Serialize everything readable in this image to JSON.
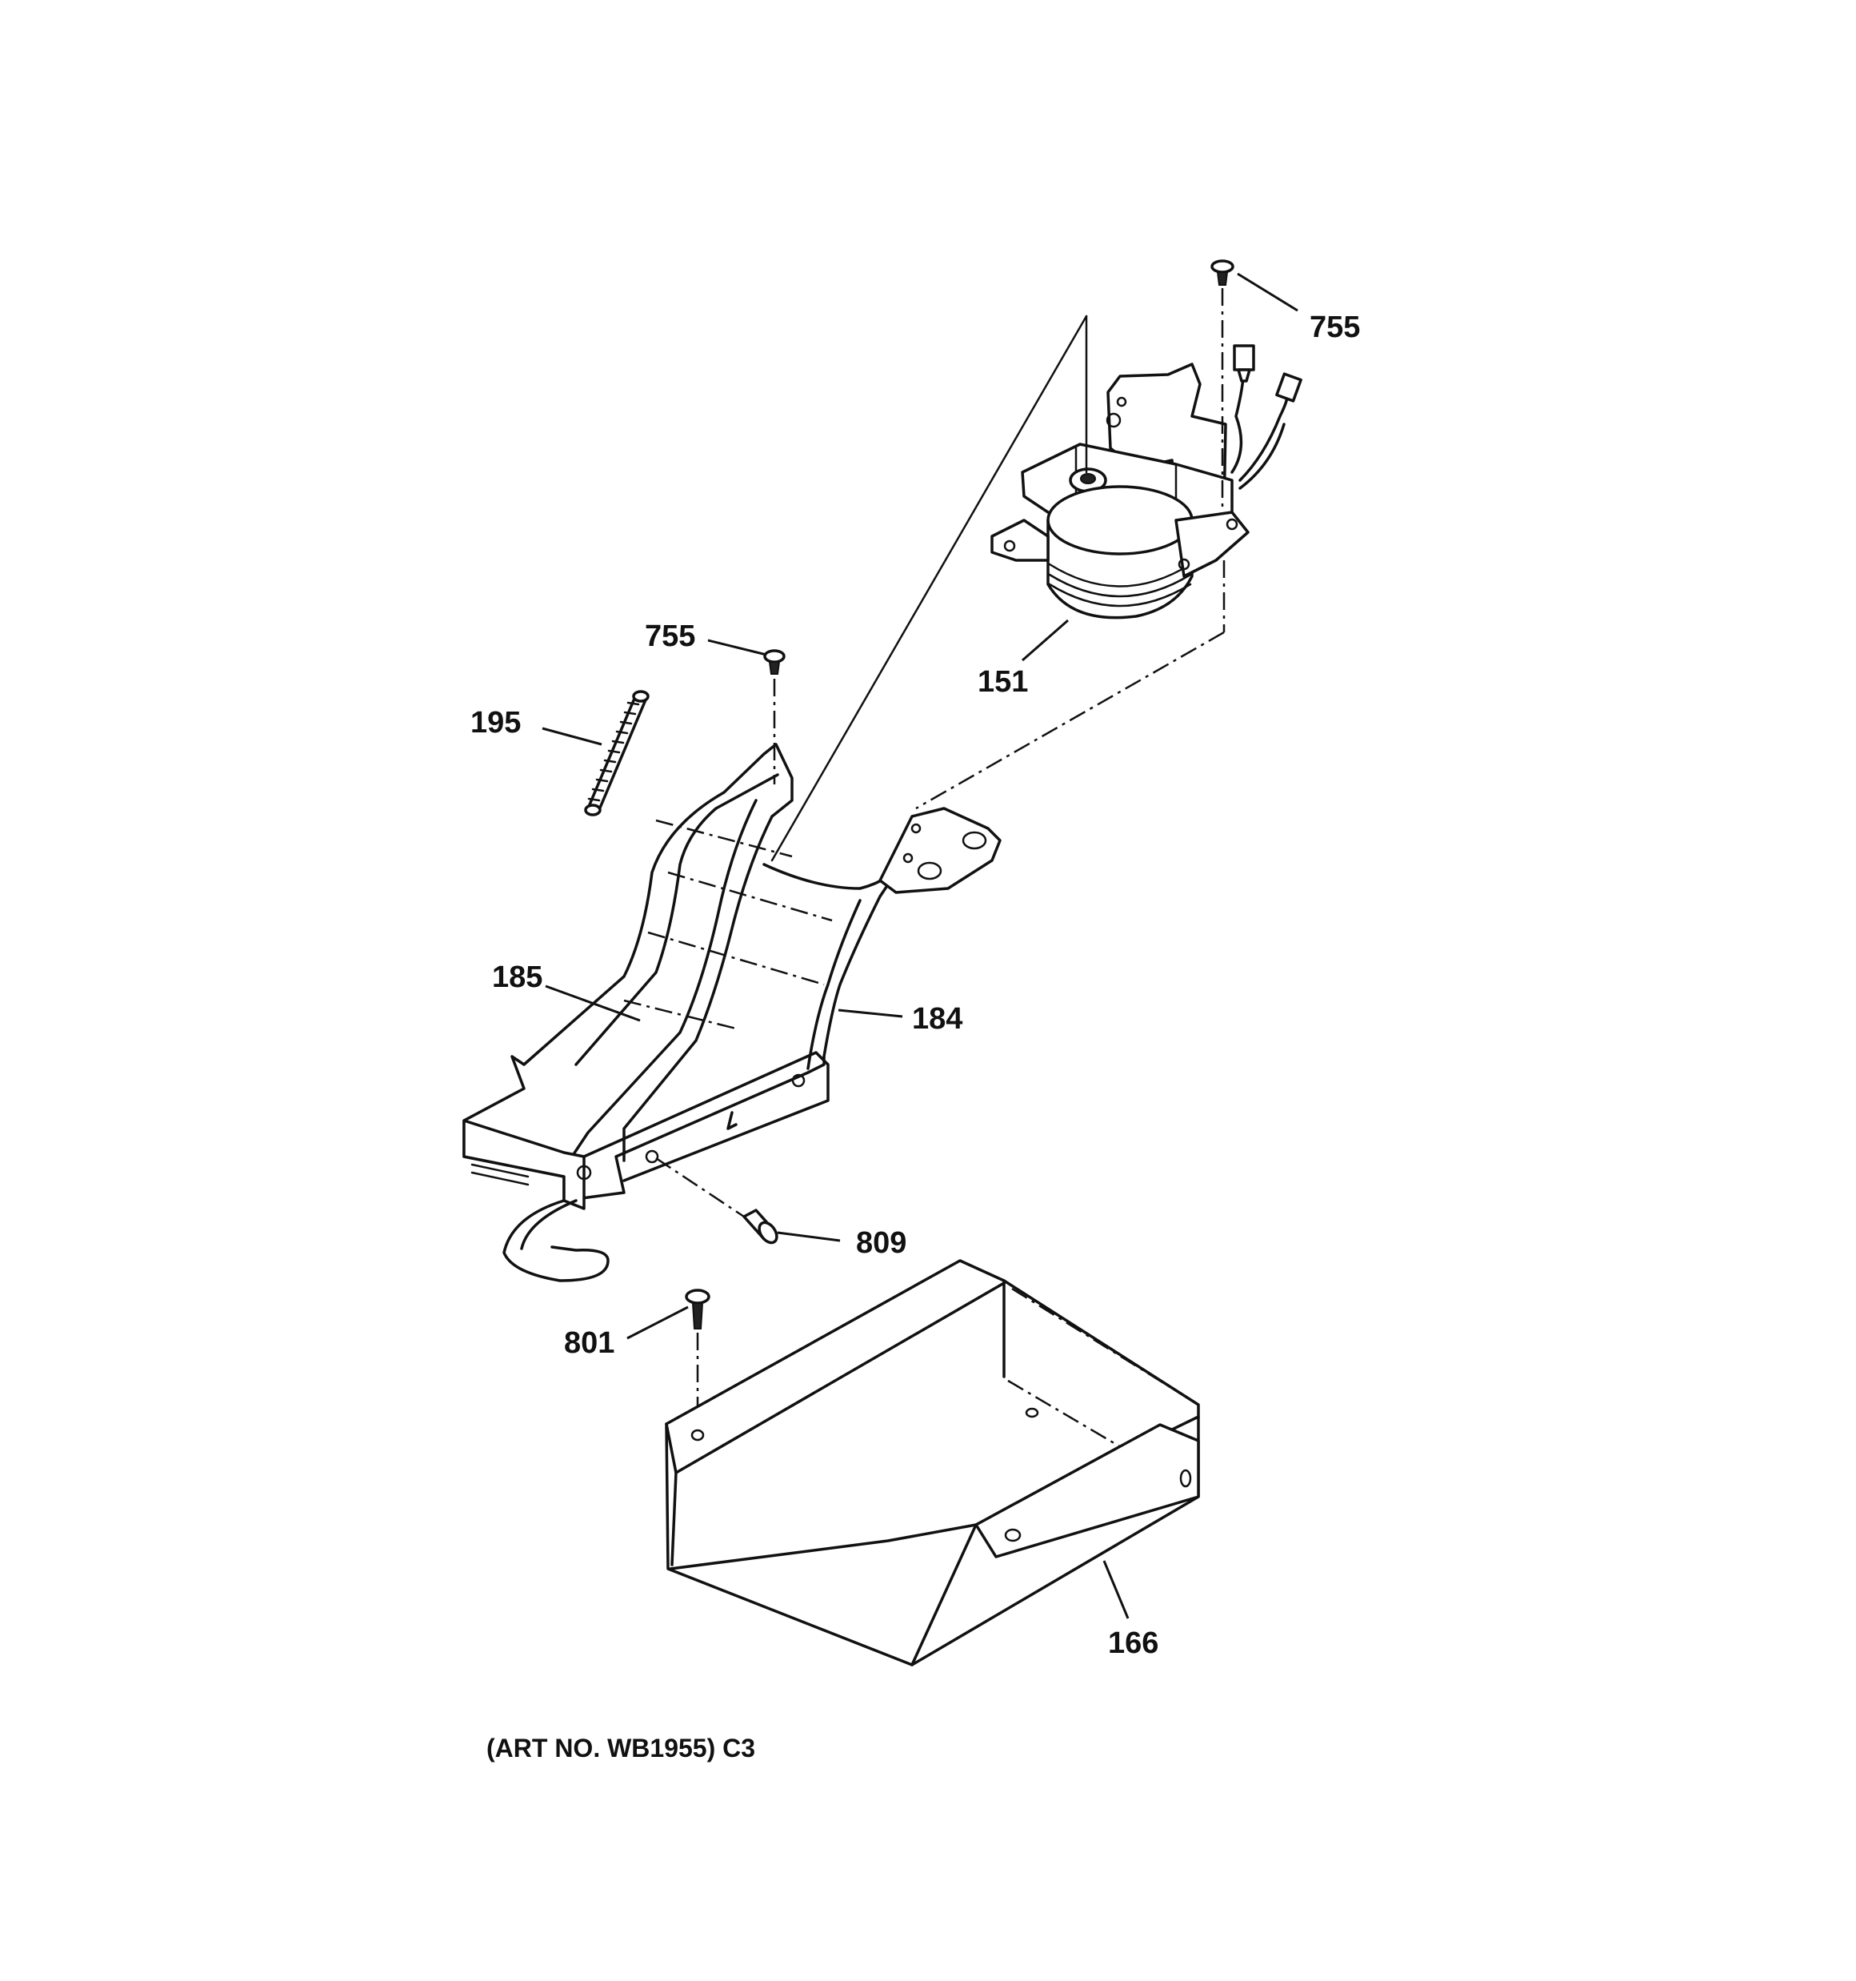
{
  "diagram": {
    "callouts": {
      "c755_top": "755",
      "c151": "151",
      "c755_mid": "755",
      "c195": "195",
      "c185": "185",
      "c184": "184",
      "c809": "809",
      "c801": "801",
      "c166": "166"
    },
    "caption": "(ART NO. WB1955) C3"
  }
}
